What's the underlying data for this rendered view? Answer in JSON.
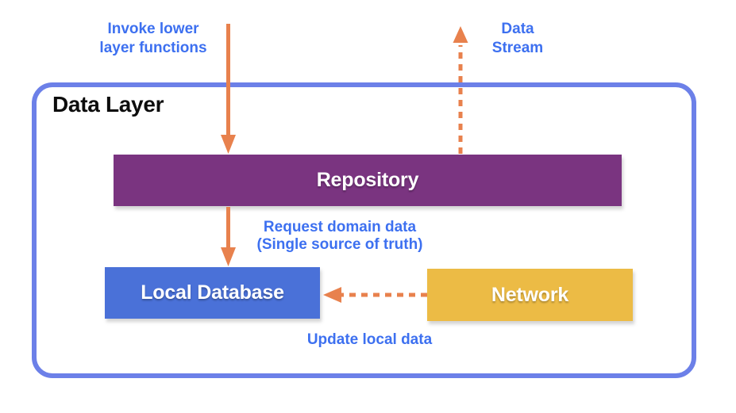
{
  "colors": {
    "border-blue": "#6c80e8",
    "label-blue": "#3d70f0",
    "arrow-orange": "#e8814d",
    "title-black": "#0d0d0d"
  },
  "diagram": {
    "container": {
      "title": "Data Layer"
    },
    "nodes": [
      {
        "id": "repository",
        "label": "Repository",
        "color": "#7a3480"
      },
      {
        "id": "local-database",
        "label": "Local Database",
        "color": "#4a71d8"
      },
      {
        "id": "network",
        "label": "Network",
        "color": "#ecbb45"
      }
    ],
    "edges": [
      {
        "id": "invoke",
        "style": "solid",
        "direction": "down",
        "to": "repository",
        "label_lines": [
          "Invoke lower",
          "layer functions"
        ]
      },
      {
        "id": "data-stream",
        "style": "dashed",
        "direction": "up",
        "from": "repository",
        "label_lines": [
          "Data",
          "Stream"
        ]
      },
      {
        "id": "request",
        "style": "solid",
        "direction": "down",
        "from": "repository",
        "to": "local-database",
        "label_lines": [
          "Request domain data",
          "(Single source of truth)"
        ]
      },
      {
        "id": "update",
        "style": "dashed",
        "direction": "left",
        "from": "network",
        "to": "local-database",
        "label_lines": [
          "Update local data"
        ]
      }
    ]
  }
}
